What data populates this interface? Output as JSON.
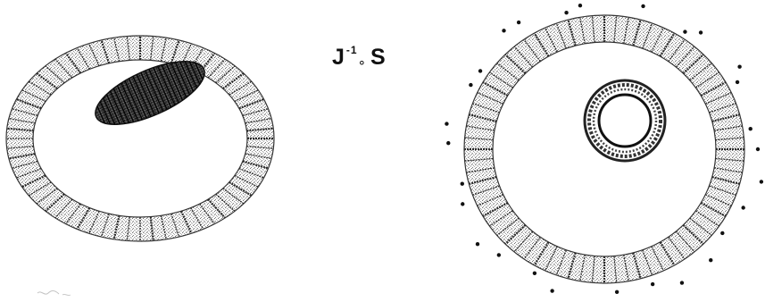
{
  "label": {
    "base": "J",
    "exponent": "-1",
    "compose": "∘",
    "operand": "S"
  },
  "colors": {
    "ink": "#222222",
    "grain": "#9a9a9a",
    "background": "#ffffff"
  },
  "panels": [
    {
      "name": "left-annulus-with-tilted-ellipse"
    },
    {
      "name": "right-annulus-with-concentric-circles-and-outer-dots"
    }
  ]
}
